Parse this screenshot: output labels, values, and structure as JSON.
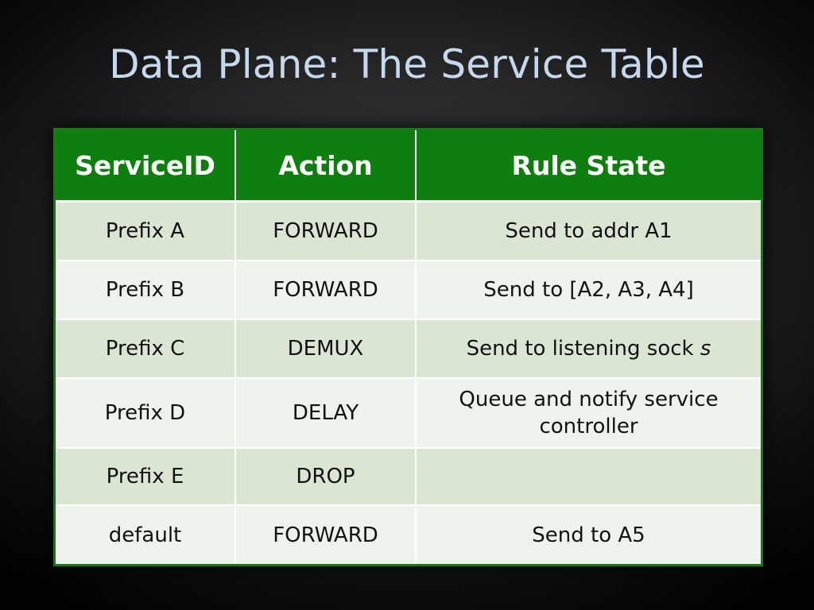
{
  "slide": {
    "title": "Data Plane: The Service Table"
  },
  "table": {
    "headers": [
      "ServiceID",
      "Action",
      "Rule State"
    ],
    "rows": [
      {
        "service_id": "Prefix A",
        "action": "FORWARD",
        "rule_state": "Send to addr A1",
        "rule_state_var": ""
      },
      {
        "service_id": "Prefix B",
        "action": "FORWARD",
        "rule_state": "Send to [A2, A3, A4]",
        "rule_state_var": ""
      },
      {
        "service_id": "Prefix C",
        "action": "DEMUX",
        "rule_state": "Send to listening sock ",
        "rule_state_var": "s"
      },
      {
        "service_id": "Prefix D",
        "action": "DELAY",
        "rule_state": "Queue and notify service controller",
        "rule_state_var": ""
      },
      {
        "service_id": "Prefix E",
        "action": "DROP",
        "rule_state": "",
        "rule_state_var": ""
      },
      {
        "service_id": "default",
        "action": "FORWARD",
        "rule_state": "Send to A5",
        "rule_state_var": ""
      }
    ]
  },
  "colors": {
    "header_green": "#0e7f0e",
    "title_blue": "#c5d8ee",
    "row_odd": "#dae6d3",
    "row_even": "#eef4eb"
  }
}
